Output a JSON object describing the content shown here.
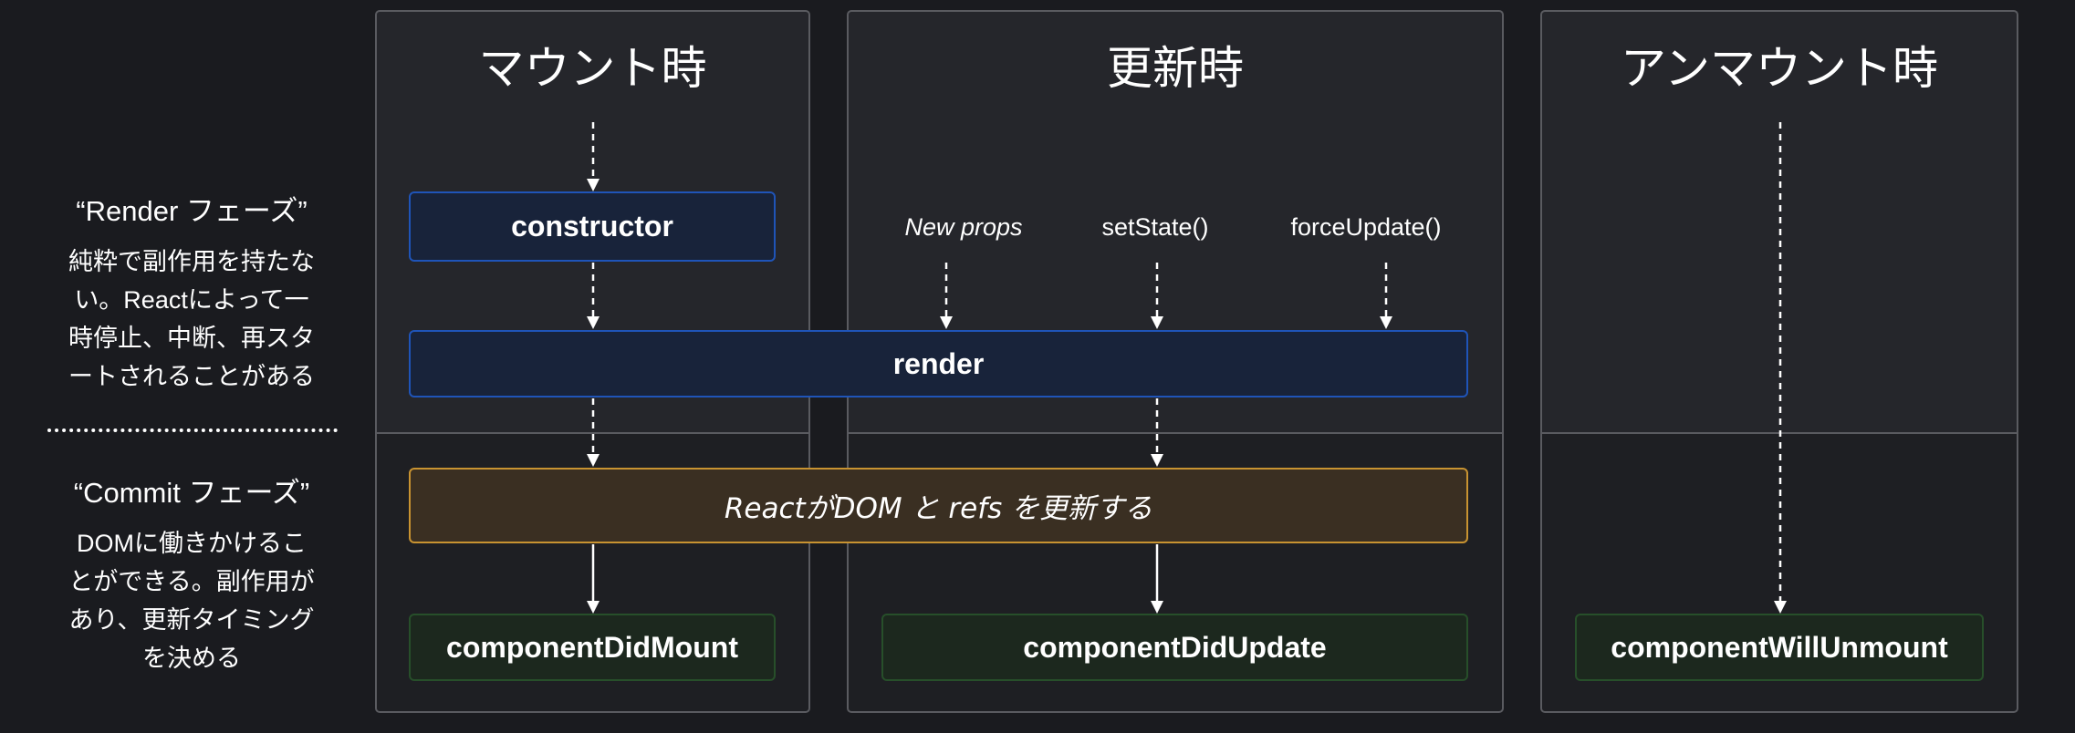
{
  "phases": {
    "render": {
      "title": "“Render フェーズ”",
      "description_lines": [
        "純粋で副作用を持たな",
        "い。Reactによって一",
        "時停止、中断、再スタ",
        "ートされることがある"
      ]
    },
    "commit": {
      "title": "“Commit フェーズ”",
      "description_lines": [
        "DOMに働きかけるこ",
        "とができる。副作用が",
        "あり、更新タイミング",
        "を決める"
      ]
    }
  },
  "columns": {
    "mounting": {
      "title": "マウント時"
    },
    "updating": {
      "title": "更新時"
    },
    "unmounting": {
      "title": "アンマウント時"
    }
  },
  "triggers": {
    "new_props": "New props",
    "set_state": "setState()",
    "force_update": "forceUpdate()"
  },
  "boxes": {
    "constructor": "constructor",
    "render": "render",
    "dom_update": "ReactがDOM と refs を更新する",
    "component_did_mount": "componentDidMount",
    "component_did_update": "componentDidUpdate",
    "component_will_unmount": "componentWillUnmount"
  },
  "colors": {
    "background": "#1a1b1f",
    "panel": "#25262b",
    "panel_border": "#5a5b60",
    "render_box_fill": "#18233a",
    "render_box_border": "#1f54b8",
    "commit_box_fill": "#3a2f22",
    "commit_box_border": "#c89331",
    "lifecycle_box_fill": "#1c281e",
    "lifecycle_box_border": "#274f2a",
    "arrow": "#ffffff"
  }
}
